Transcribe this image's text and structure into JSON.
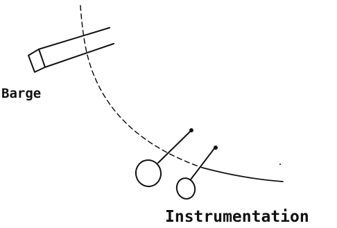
{
  "labels": {
    "barge": "Barge",
    "instrumentation": "Instrumentation"
  },
  "colors": {
    "ink": "#111111",
    "background": "#ffffff"
  },
  "elements": [
    "barge-hull",
    "mooring-arc",
    "instrument-buoy-left",
    "instrument-buoy-right"
  ]
}
